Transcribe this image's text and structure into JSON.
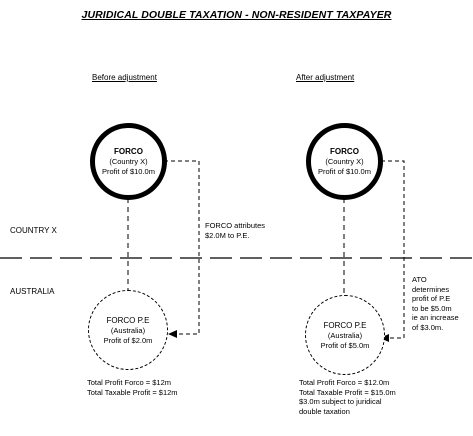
{
  "title": "JURIDICAL DOUBLE TAXATION - NON-RESIDENT TAXPAYER",
  "regions": {
    "country_x": "COUNTRY X",
    "australia": "AUSTRALIA"
  },
  "before": {
    "heading": "Before adjustment",
    "forco": {
      "name": "FORCO",
      "country": "(Country X)",
      "profit": "Profit of $10.0m"
    },
    "pe": {
      "name": "FORCO P.E",
      "country": "(Australia)",
      "profit": "Profit of $2.0m"
    },
    "note_lines": [
      "FORCO attributes",
      "$2.0M to P.E."
    ],
    "summary_lines": [
      "Total Profit Forco  = $12m",
      "Total Taxable Profit = $12m"
    ]
  },
  "after": {
    "heading": "After adjustment",
    "forco": {
      "name": "FORCO",
      "country": "(Country X)",
      "profit": "Profit of $10.0m"
    },
    "pe": {
      "name": "FORCO P.E",
      "country": "(Australia)",
      "profit": "Profit of $5.0m"
    },
    "note_lines": [
      "ATO",
      "determines",
      "profit of P.E",
      "to be $5.0m",
      "ie an increase",
      "of $3.0m."
    ],
    "summary_lines": [
      "Total Profit Forco  = $12.0m",
      "Total Taxable Profit = $15.0m",
      "$3.0m subject to juridical",
      "double taxation"
    ]
  }
}
